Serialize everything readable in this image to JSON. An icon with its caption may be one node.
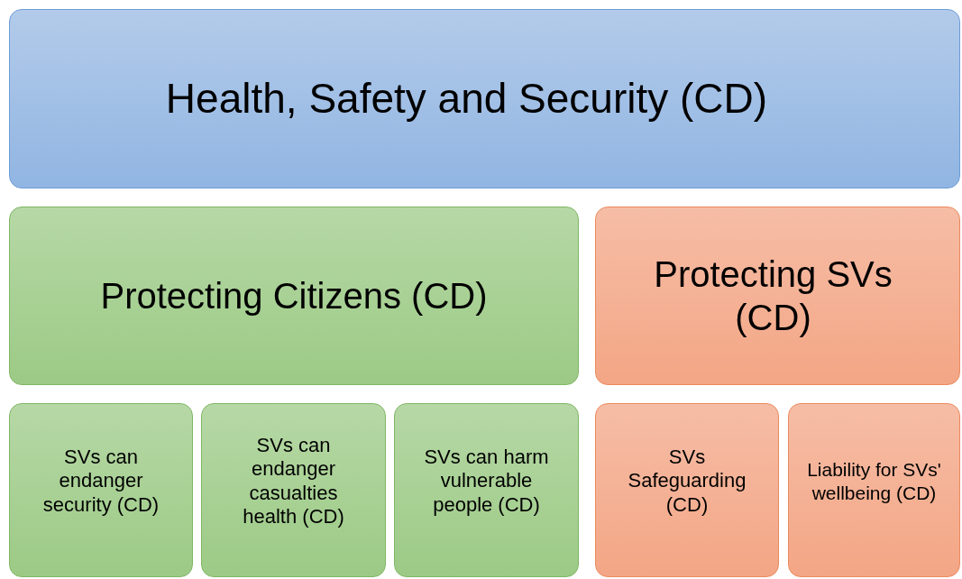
{
  "diagram": {
    "nodes": [
      {
        "text": [
          "Health, Safety and Security (CD)"
        ]
      },
      {
        "text": [
          "Protecting Citizens (CD)"
        ]
      },
      {
        "text": [
          "Protecting SVs (CD)"
        ]
      },
      {
        "text": [
          "SVs can endanger security (CD)"
        ]
      },
      {
        "text": [
          "SVs can endanger casualties health (CD)"
        ]
      },
      {
        "text": [
          "SVs can harm vulnerable people (CD)"
        ]
      },
      {
        "text": [
          "SVs Safeguarding (CD)"
        ]
      },
      {
        "text": [
          "Liability for SVs' wellbeing (CD)"
        ]
      }
    ]
  }
}
